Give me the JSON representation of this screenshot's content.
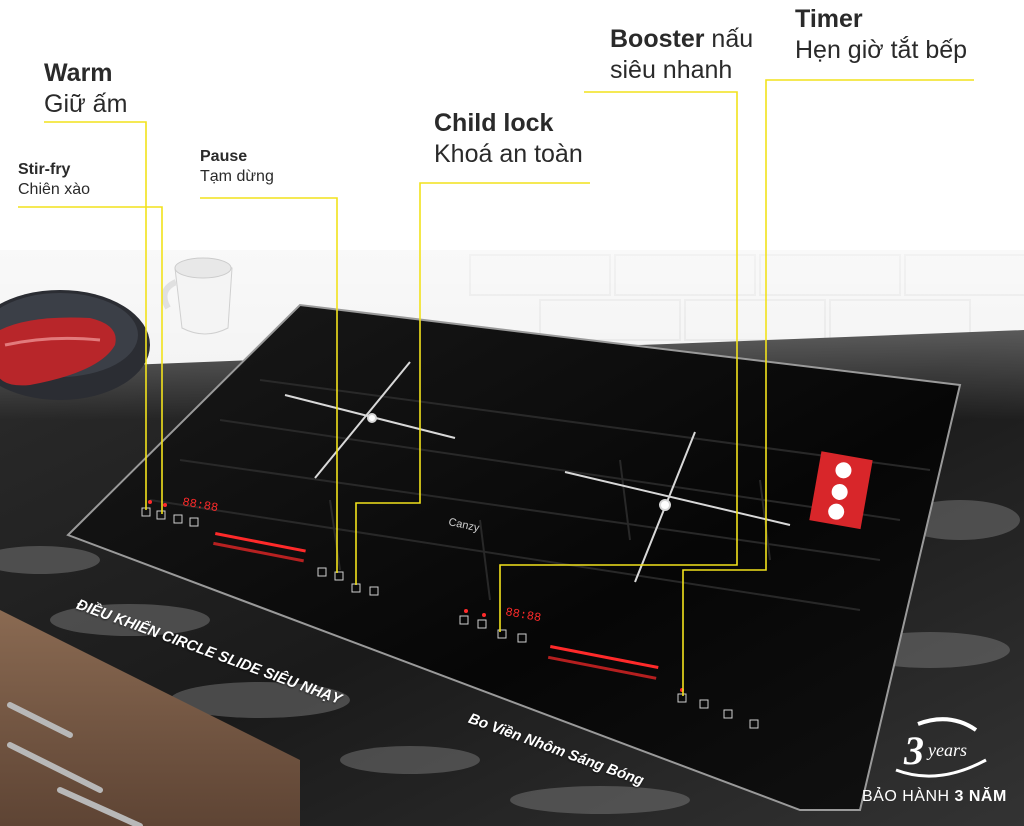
{
  "labels": {
    "warm": {
      "title": "Warm",
      "subtitle": "Giữ ấm"
    },
    "stirfry": {
      "title": "Stir-fry",
      "subtitle": "Chiên xào"
    },
    "pause": {
      "title": "Pause",
      "subtitle": "Tạm dừng"
    },
    "childlock": {
      "title": "Child lock",
      "subtitle": "Khoá an toàn"
    },
    "booster": {
      "title": "Booster",
      "title_rest": " nấu",
      "subtitle": "siêu nhanh"
    },
    "timer": {
      "title": "Timer",
      "subtitle": "Hẹn giờ tắt bếp"
    }
  },
  "captions": {
    "circle_slide": "ĐIỀU KHIỂN CIRCLE SLIDE SIÊU NHẠY",
    "aluminum_edge": "Bo Viền Nhôm Sáng Bóng"
  },
  "brand": "Canzy",
  "warranty": {
    "years_num": "3",
    "years_word": "years",
    "text_prefix": "BẢO HÀNH ",
    "text_bold": "3 NĂM"
  },
  "display": {
    "left": "88:88",
    "right": "88:88"
  },
  "colors": {
    "leader": "#f2e21c",
    "accent_red": "#ff2a2a",
    "glass": "#0b0b0b"
  }
}
